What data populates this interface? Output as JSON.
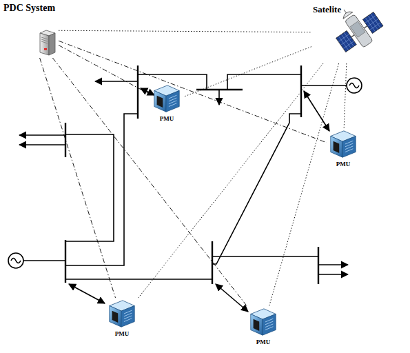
{
  "diagram": {
    "nodes": [
      {
        "text": [
          "PDC System"
        ]
      },
      {
        "text": [
          "Satelite"
        ]
      },
      {
        "text": [
          "PMU"
        ]
      },
      {
        "text": [
          "PMU"
        ]
      },
      {
        "text": [
          "PMU"
        ]
      },
      {
        "text": [
          "PMU"
        ]
      }
    ],
    "edges": [
      {
        "from": 0,
        "to": 1,
        "arrow": "none"
      },
      {
        "from": 0,
        "to": 2,
        "arrow": "none"
      },
      {
        "from": 0,
        "to": 3,
        "arrow": "none"
      },
      {
        "from": 0,
        "to": 4,
        "arrow": "none"
      },
      {
        "from": 0,
        "to": 5,
        "arrow": "none"
      },
      {
        "from": 1,
        "to": 2,
        "arrow": "none"
      },
      {
        "from": 1,
        "to": 3,
        "arrow": "none"
      },
      {
        "from": 1,
        "to": 4,
        "arrow": "none"
      },
      {
        "from": 1,
        "to": 5,
        "arrow": "none"
      }
    ]
  }
}
